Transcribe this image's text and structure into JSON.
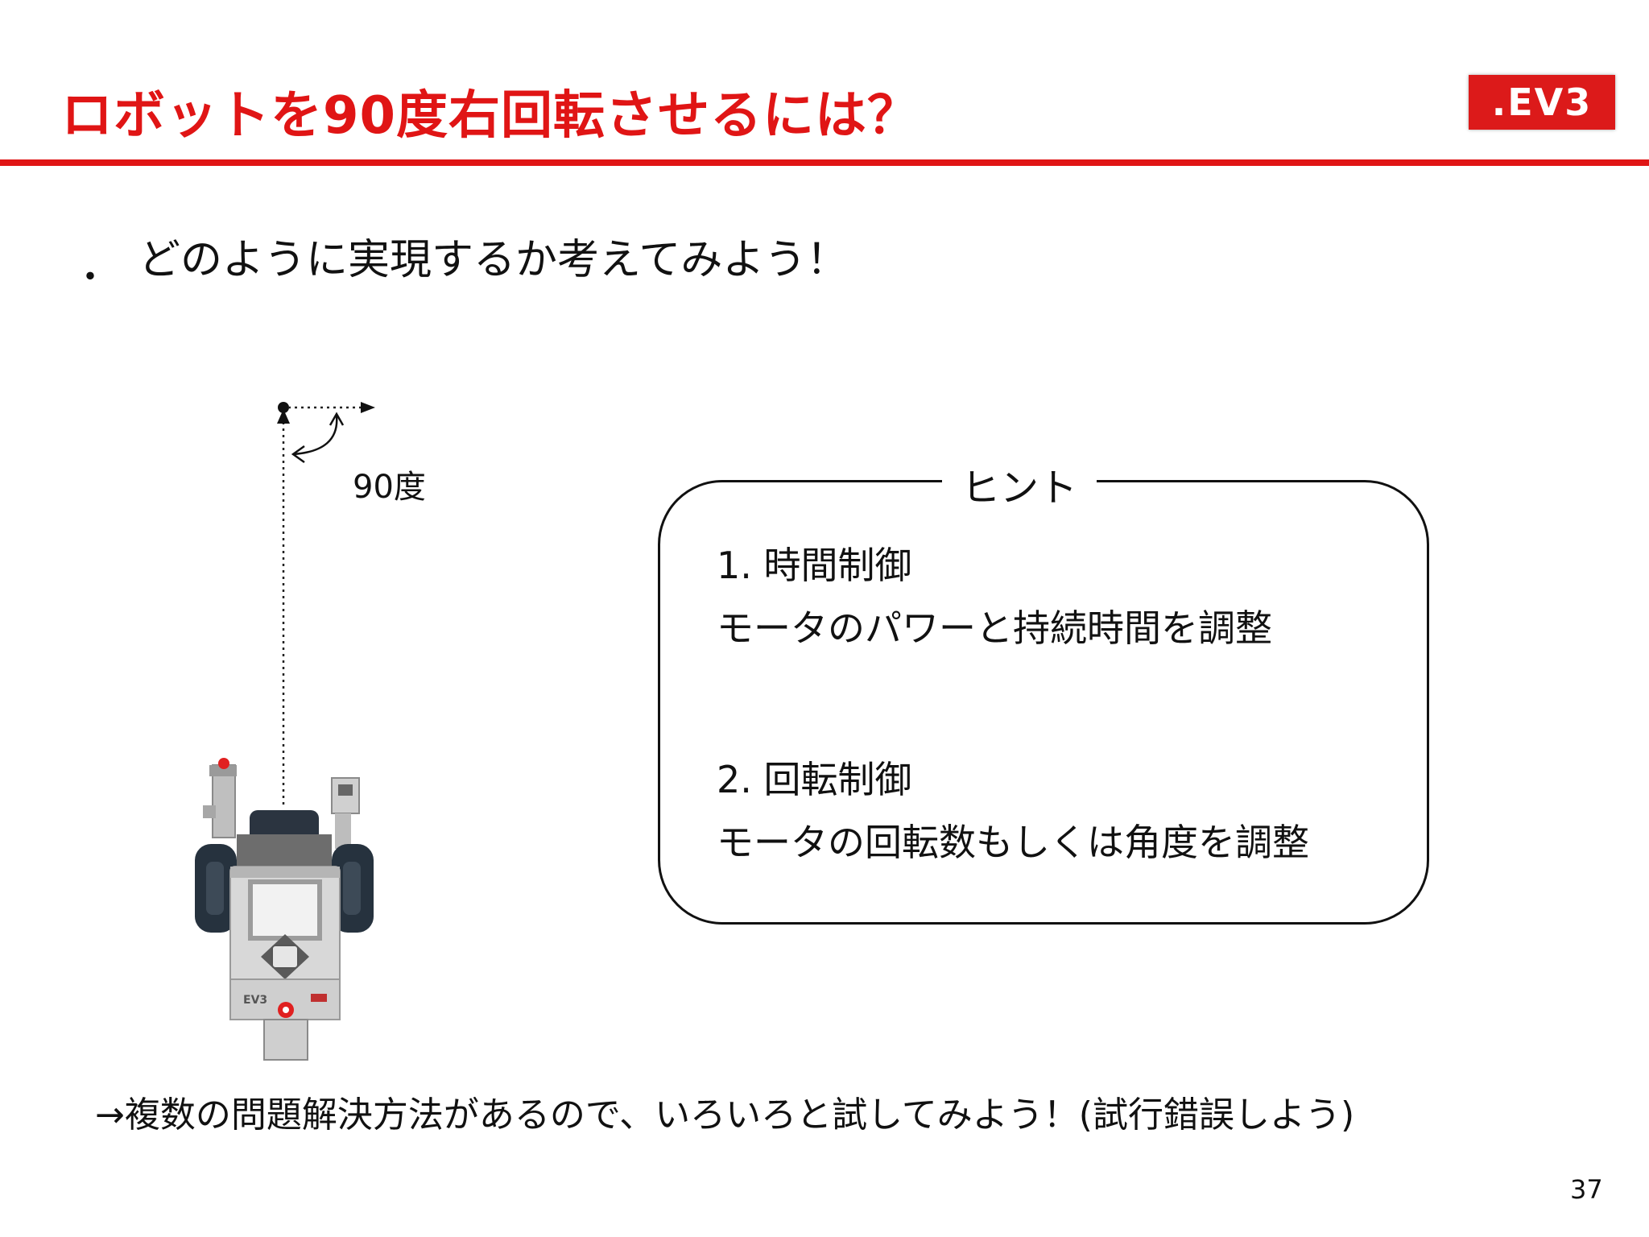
{
  "slide": {
    "title": "ロボットを90度右回転させるには？",
    "logo_text": ".EV3",
    "bullet_marker": "・",
    "bullet": "どのように実現するか考えてみよう！",
    "angle_label": "90度",
    "hint": {
      "title": "ヒント",
      "item1_heading": "1. 時間制御",
      "item1_text": "モータのパワーと持続時間を調整",
      "item2_heading": "2. 回転制御",
      "item2_text": "モータの回転数もしくは角度を調整"
    },
    "robot_brand": "EV3",
    "footer": "→複数の問題解決方法があるので、いろいろと試してみよう！(試行錯誤しよう)",
    "page_number": "37"
  },
  "colors": {
    "accent": "#e01515",
    "text": "#111111",
    "background": "#ffffff"
  }
}
